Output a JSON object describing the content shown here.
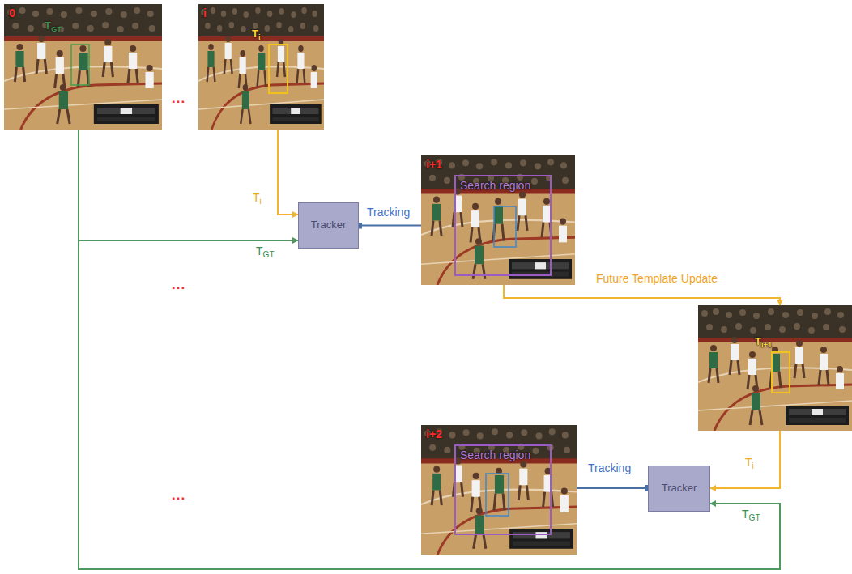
{
  "diagram": {
    "nodes": [
      {
        "text": [
          "0",
          "TGT"
        ]
      },
      {
        "text": [
          "i",
          "Ti"
        ]
      },
      {
        "text": [
          "Tracker"
        ]
      },
      {
        "text": [
          "i+1",
          "Search region"
        ]
      },
      {
        "text": [
          "Ti+1"
        ]
      },
      {
        "text": [
          "Tracker"
        ]
      },
      {
        "text": [
          "i+2",
          "Search region"
        ]
      }
    ],
    "edges": [
      {
        "from": 1,
        "to": 2,
        "label": "Ti",
        "arrow": "to"
      },
      {
        "from": 0,
        "to": 2,
        "label": "TGT",
        "arrow": "to"
      },
      {
        "from": 2,
        "to": 3,
        "label": "Tracking",
        "arrow": "none"
      },
      {
        "from": 3,
        "to": 4,
        "label": "Future Template Update",
        "arrow": "to"
      },
      {
        "from": 4,
        "to": 5,
        "label": "Ti",
        "arrow": "to"
      },
      {
        "from": 0,
        "to": 5,
        "label": "TGT",
        "arrow": "to"
      },
      {
        "from": 5,
        "to": 6,
        "label": "Tracking",
        "arrow": "none"
      }
    ],
    "labels": [
      "...",
      "...",
      "..."
    ]
  }
}
